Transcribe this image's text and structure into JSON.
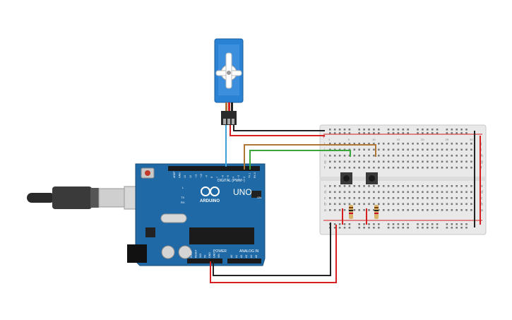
{
  "board": {
    "brand": "ARDUINO",
    "model": "UNO",
    "digital_header": "DIGITAL (PWM~)",
    "power_header": "POWER",
    "analog_header": "ANALOG IN",
    "on_led": "ON",
    "tx_led": "TX",
    "rx_led": "RX",
    "l_led": "L",
    "top_pin_labels": [
      "AREF",
      "GND",
      "13",
      "12",
      "~11",
      "~10",
      "~9",
      "8",
      "7",
      "~6",
      "~5",
      "4",
      "~3",
      "2",
      "TX 1",
      "RX 0"
    ],
    "power_pin_labels": [
      "IOREF",
      "RESET",
      "3V3",
      "5V",
      "GND",
      "GND",
      "VIN"
    ],
    "analog_pin_labels": [
      "A0",
      "A1",
      "A2",
      "A3",
      "A4",
      "A5"
    ]
  },
  "breadboard": {
    "row_letters_top": [
      "j",
      "i",
      "h",
      "g",
      "f"
    ],
    "row_letters_bottom": [
      "e",
      "d",
      "c",
      "b",
      "a"
    ],
    "rail_plus": "+",
    "rail_minus": "-",
    "column_numbers": [
      "1",
      "5",
      "10",
      "15",
      "20",
      "25",
      "30"
    ]
  },
  "colors": {
    "board_blue": "#1f6aa6",
    "board_dark": "#174f7e",
    "wire_black": "#222222",
    "wire_red": "#d42020",
    "wire_brown": "#b07636",
    "wire_green": "#3aa63a",
    "wire_blue": "#3fa0d8",
    "servo_blue": "#2a82d4"
  }
}
